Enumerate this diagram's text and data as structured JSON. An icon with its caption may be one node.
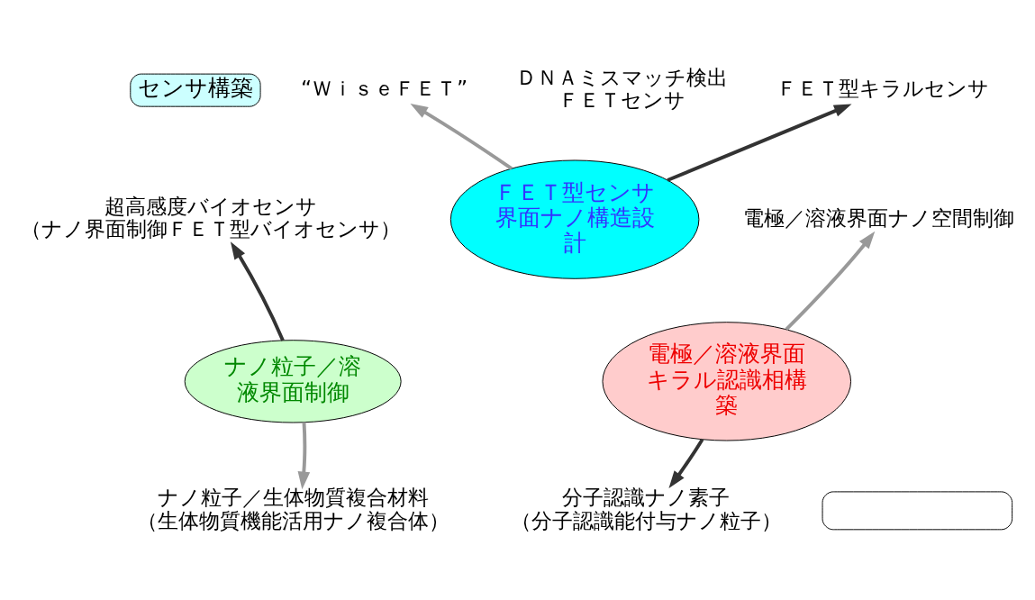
{
  "diagram": {
    "nodes": [
      {
        "text": [
          "センサ構築"
        ]
      },
      {
        "text": [
          "ＦＥＴ型センサ界面ナノ構造設計"
        ]
      },
      {
        "text": [
          "電極／溶液界面キラル認識相構築"
        ]
      },
      {
        "text": [
          "ナノ粒子／溶液界面制御"
        ]
      },
      {
        "text": [
          "“ＷｉｓｅＦＥＴ”"
        ]
      },
      {
        "text": [
          "ＦＥＴ型キラルセンサ"
        ]
      },
      {
        "text": [
          "超高感度バイオセンサ",
          "（ナノ界面制御ＦＥＴ型バイオセンサ）"
        ]
      },
      {
        "text": [
          "電極／溶液界面ナノ空間制御"
        ]
      },
      {
        "text": [
          "分子認識ナノ素子",
          "（分子認識能付与ナノ粒子）"
        ]
      },
      {
        "text": [
          "ナノ粒子／生体物質複合材料",
          "（生体物質機能活用ナノ複合体）"
        ]
      },
      {
        "text": [],
        "shape": "box"
      }
    ],
    "edges": [
      {
        "from": 1,
        "to": 4,
        "arrow": "to",
        "color": "#999999"
      },
      {
        "from": 1,
        "to": 5,
        "arrow": "to",
        "color": "#333333"
      },
      {
        "from": 3,
        "to": 6,
        "arrow": "to",
        "color": "#333333"
      },
      {
        "from": 2,
        "to": 7,
        "arrow": "to",
        "color": "#999999"
      },
      {
        "from": 2,
        "to": 8,
        "arrow": "to",
        "color": "#333333"
      },
      {
        "from": 3,
        "to": 9,
        "arrow": "to",
        "color": "#999999"
      }
    ],
    "labels": [
      "ＤＮＡミスマッチ検出ＦＥＴセンサ"
    ]
  }
}
